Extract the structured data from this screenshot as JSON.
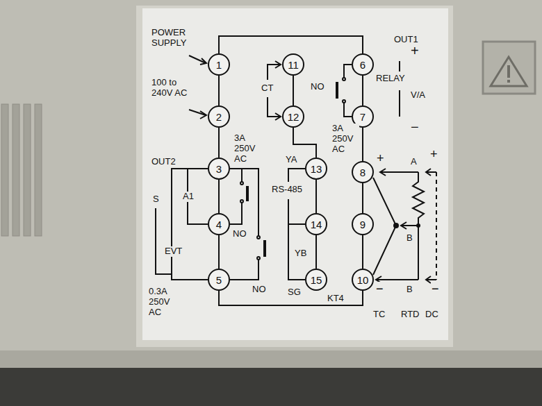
{
  "diagram": {
    "nodes": [
      {
        "text": [
          "1"
        ]
      },
      {
        "text": [
          "2"
        ]
      },
      {
        "text": [
          "3"
        ]
      },
      {
        "text": [
          "4"
        ]
      },
      {
        "text": [
          "5"
        ]
      },
      {
        "text": [
          "6"
        ]
      },
      {
        "text": [
          "7"
        ]
      },
      {
        "text": [
          "8"
        ]
      },
      {
        "text": [
          "9"
        ]
      },
      {
        "text": [
          "10"
        ]
      },
      {
        "text": [
          "11"
        ]
      },
      {
        "text": [
          "12"
        ]
      },
      {
        "text": [
          "13"
        ]
      },
      {
        "text": [
          "14"
        ]
      },
      {
        "text": [
          "15"
        ]
      }
    ],
    "edges": [
      {
        "from": 0,
        "to": 1,
        "arrow": "none"
      },
      {
        "from": 1,
        "to": 2,
        "arrow": "none"
      },
      {
        "from": 2,
        "to": 3,
        "arrow": "none"
      },
      {
        "from": 3,
        "to": 4,
        "arrow": "none"
      },
      {
        "from": 0,
        "to": 5,
        "arrow": "none"
      },
      {
        "from": 10,
        "to": 11,
        "arrow": "none"
      },
      {
        "from": 11,
        "to": 12,
        "arrow": "none"
      },
      {
        "from": 12,
        "to": 13,
        "arrow": "none"
      },
      {
        "from": 13,
        "to": 14,
        "arrow": "none"
      },
      {
        "from": 5,
        "to": 6,
        "arrow": "none"
      },
      {
        "from": 6,
        "to": 7,
        "arrow": "none"
      },
      {
        "from": 7,
        "to": 8,
        "arrow": "none"
      },
      {
        "from": 8,
        "to": 9,
        "arrow": "none"
      },
      {
        "from": 4,
        "to": 9,
        "arrow": "none"
      }
    ],
    "labels": [
      "POWER SUPPLY",
      "100 to 240V AC",
      "OUT2",
      "S",
      "A1",
      "3A 250V AC",
      "EVT",
      "NO",
      "NO",
      "0.3A 250V AC",
      "CT",
      "NO",
      "OUT1",
      "+",
      "RELAY",
      "V/A",
      "−",
      "3A 250V AC",
      "YA",
      "RS-485",
      "YB",
      "SG",
      "KT4",
      "+",
      "A",
      "+",
      "B",
      "B",
      "−",
      "TC",
      "RTD",
      "−",
      "DC"
    ]
  }
}
